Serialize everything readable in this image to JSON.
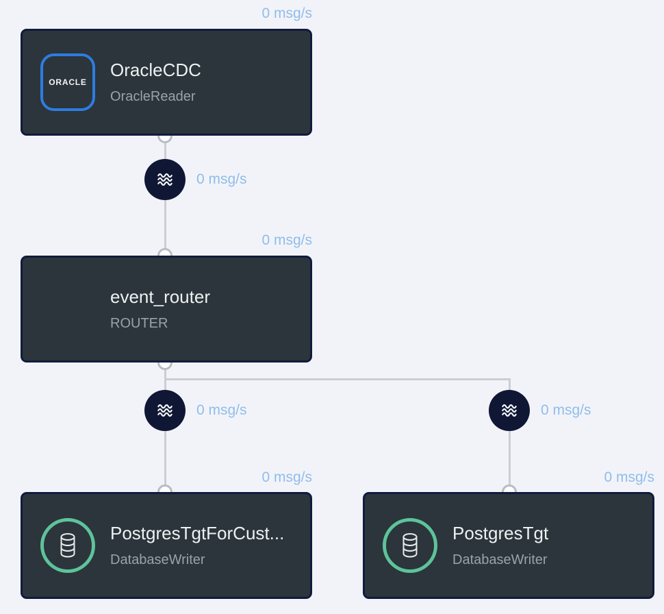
{
  "app": {
    "view": "flow-designer-canvas"
  },
  "colors": {
    "bg": "#f2f3f9",
    "node-bg": "#2b353b",
    "node-border": "#111b3e",
    "title": "#eef1f2",
    "subtitle": "#99a3a9",
    "rate": "#8fbde9",
    "edge": "#c9ced3",
    "port-border": "#b6bdc4",
    "stream-bg": "#101735",
    "oracle-blue": "#2f7ce0",
    "db-green": "#5ec39a",
    "glyph": "#f4f6f8"
  },
  "nodes": [
    {
      "title": "OracleCDC",
      "subtitle": "OracleReader",
      "rate": "0 msg/s",
      "icon": "oracle"
    },
    {
      "title": "event_router",
      "subtitle": "ROUTER",
      "rate": "0 msg/s",
      "icon": "none"
    },
    {
      "title": "PostgresTgtForCust...",
      "subtitle": "DatabaseWriter",
      "rate": "0 msg/s",
      "icon": "database"
    },
    {
      "title": "PostgresTgt",
      "subtitle": "DatabaseWriter",
      "rate": "0 msg/s",
      "icon": "database"
    }
  ],
  "streams": [
    {
      "rate": "0 msg/s"
    },
    {
      "rate": "0 msg/s"
    },
    {
      "rate": "0 msg/s"
    }
  ],
  "icons": {
    "oracle_badge_label": "ORACLE"
  }
}
